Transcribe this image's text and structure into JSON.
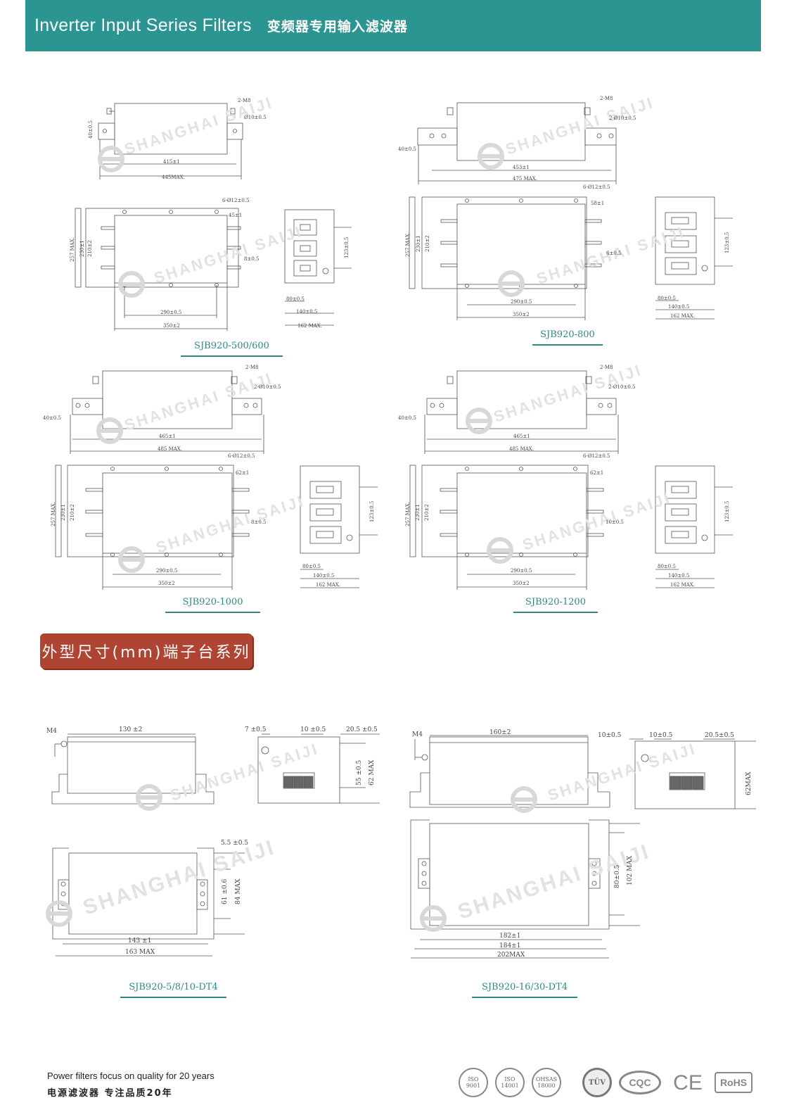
{
  "header": {
    "title_en": "Inverter Input Series Filters",
    "title_cn": "变频器专用输入滤波器"
  },
  "watermark": "SHANGHAI SAIJI",
  "section_banner": "外型尺寸(mm)端子台系列",
  "models": {
    "m1": "SJB920-500/600",
    "m2": "SJB920-800",
    "m3": "SJB920-1000",
    "m4": "SJB920-1200",
    "m5": "SJB920-5/8/10-DT4",
    "m6": "SJB920-16/30-DT4"
  },
  "dims": {
    "m1": {
      "bolt": "2-M8",
      "hole": "Ø10±0.5",
      "h_top": "40±0.5",
      "len1": "415±1",
      "len2": "445MAX.",
      "holes6": "6-Ø12±0.5",
      "pad": "45±1",
      "side": "8±0.5",
      "h257": "257 MAX.",
      "h230": "230±1",
      "h210": "210±2",
      "w290": "290±0.5",
      "w350": "350±2",
      "t123": "123±0.5",
      "t80": "80±0.5",
      "t140": "140±0.5",
      "t162": "162 MAX."
    },
    "m2": {
      "bolt": "2-M8",
      "hole": "2-Ø10±0.5",
      "h_top": "40±0.5",
      "len1": "453±1",
      "len2": "475 MAX.",
      "holes6": "6-Ø12±0.5",
      "pad": "58±1",
      "side": "6±0.5",
      "h257": "257 MAX.",
      "h230": "230±1",
      "h210": "210±2",
      "w290": "290±0.5",
      "w350": "350±2",
      "t123": "123±0.5",
      "t80": "80±0.5",
      "t140": "140±0.5",
      "t162": "162 MAX."
    },
    "m3": {
      "bolt": "2-M8",
      "hole": "2-Ø10±0.5",
      "h_top": "40±0.5",
      "len1": "465±1",
      "len2": "485 MAX.",
      "holes6": "6-Ø12±0.5",
      "pad": "62±1",
      "side": "8±0.5",
      "h257": "257 MAX.",
      "h230": "230±1",
      "h210": "210±2",
      "w290": "290±0.5",
      "w350": "350±2",
      "t123": "123±0.5",
      "t80": "80±0.5",
      "t140": "140±0.5",
      "t162": "162 MAX."
    },
    "m4": {
      "bolt": "2-M8",
      "hole": "2-Ø10±0.5",
      "h_top": "40±0.5",
      "len1": "465±1",
      "len2": "485 MAX.",
      "holes6": "6-Ø12±0.5",
      "pad": "62±1",
      "side": "10±0.5",
      "h257": "257 MAX.",
      "h230": "230±1",
      "h210": "210±2",
      "w290": "290±0.5",
      "w350": "350±2",
      "t123": "123±0.5",
      "t80": "80±0.5",
      "t140": "140±0.5",
      "t162": "162 MAX."
    },
    "m5": {
      "m4": "M4",
      "w130": "130 ±2",
      "s7": "7 ±0.5",
      "s10": "10 ±0.5",
      "s205": "20.5 ±0.5",
      "h55": "55 ±0.5",
      "h62": "62 MAX",
      "s55": "5.5 ±0.5",
      "h61": "61 ±0.6",
      "h84": "84 MAX",
      "w143": "143 ±1",
      "w163": "163 MAX"
    },
    "m6": {
      "m4": "M4",
      "w160": "160±2",
      "s10a": "10±0.5",
      "s10b": "10±0.5",
      "s205": "20.5±0.5",
      "h62": "62MAX",
      "h80": "80±0.5",
      "h102": "102 MAX",
      "w182": "182±1",
      "w184": "184±1",
      "w202": "202MAX"
    }
  },
  "footer": {
    "en": "Power filters focus on quality for 20 years",
    "cn": "电源滤波器 专注品质20年"
  },
  "certs": {
    "iso9001": "ISO 9001",
    "iso14001": "ISO 14001",
    "ohsas": "OHSAS 18000",
    "tuv": "TÜV",
    "cqc": "CQC",
    "ce": "CE",
    "rohs": "RoHS"
  }
}
